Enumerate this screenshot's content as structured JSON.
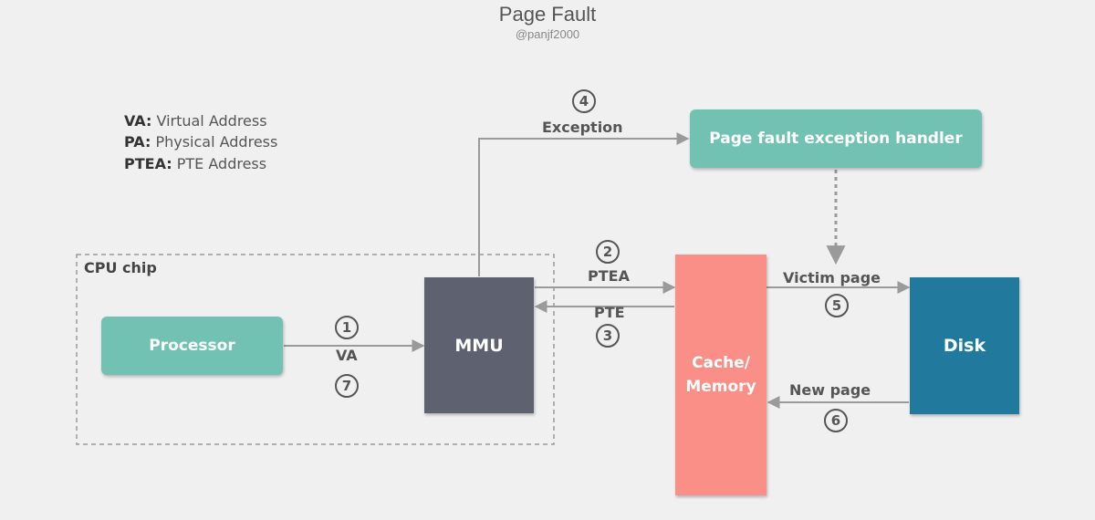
{
  "title": "Page Fault",
  "subtitle": "@panjf2000",
  "legend": [
    {
      "key": "VA:",
      "value": "Virtual Address"
    },
    {
      "key": "PA:",
      "value": "Physical Address"
    },
    {
      "key": "PTEA:",
      "value": "PTE Address"
    }
  ],
  "cpu_chip_label": "CPU chip",
  "nodes": {
    "processor": "Processor",
    "mmu": "MMU",
    "memory_line1": "Cache/",
    "memory_line2": "Memory",
    "disk": "Disk",
    "handler": "Page fault exception handler"
  },
  "edges": {
    "va": "VA",
    "ptea": "PTEA",
    "pte": "PTE",
    "exception": "Exception",
    "victim_page": "Victim page",
    "new_page": "New page"
  },
  "steps": [
    "1",
    "2",
    "3",
    "4",
    "5",
    "6",
    "7"
  ],
  "colors": {
    "teal": "#72c2b3",
    "mmu": "#5e6170",
    "memory": "#f98f86",
    "disk": "#22799e",
    "arrow": "#9a9a9a"
  }
}
